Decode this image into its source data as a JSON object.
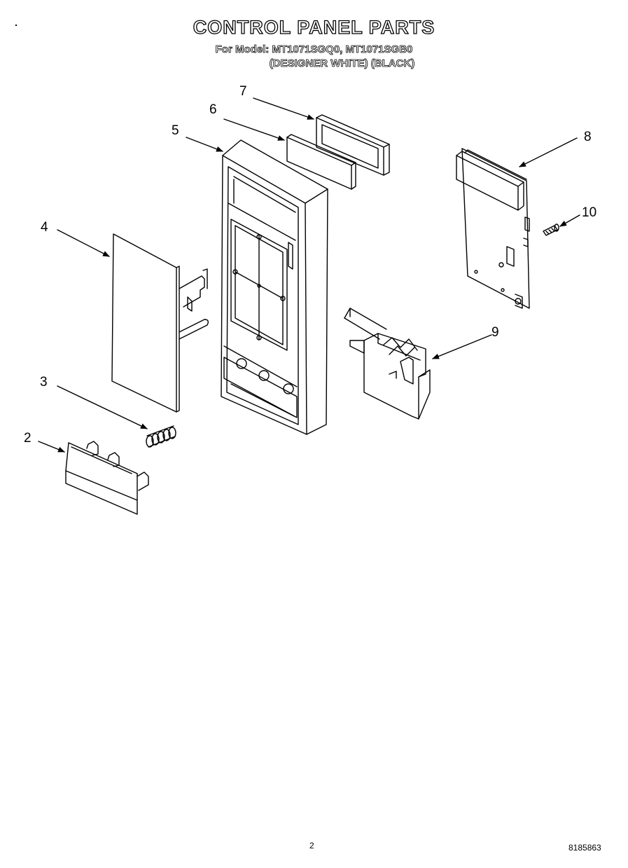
{
  "header": {
    "title": "CONTROL PANEL PARTS",
    "model_line": "For Model: MT1071SGQ0, MT1071SGB0",
    "variant_line": "(DESIGNER WHITE) (BLACK)"
  },
  "callouts": [
    "2",
    "3",
    "4",
    "5",
    "6",
    "7",
    "8",
    "9",
    "10"
  ],
  "footer": {
    "page_number": "2",
    "document_number": "8185863"
  },
  "colors": {
    "line": "#000000",
    "background": "#ffffff"
  }
}
